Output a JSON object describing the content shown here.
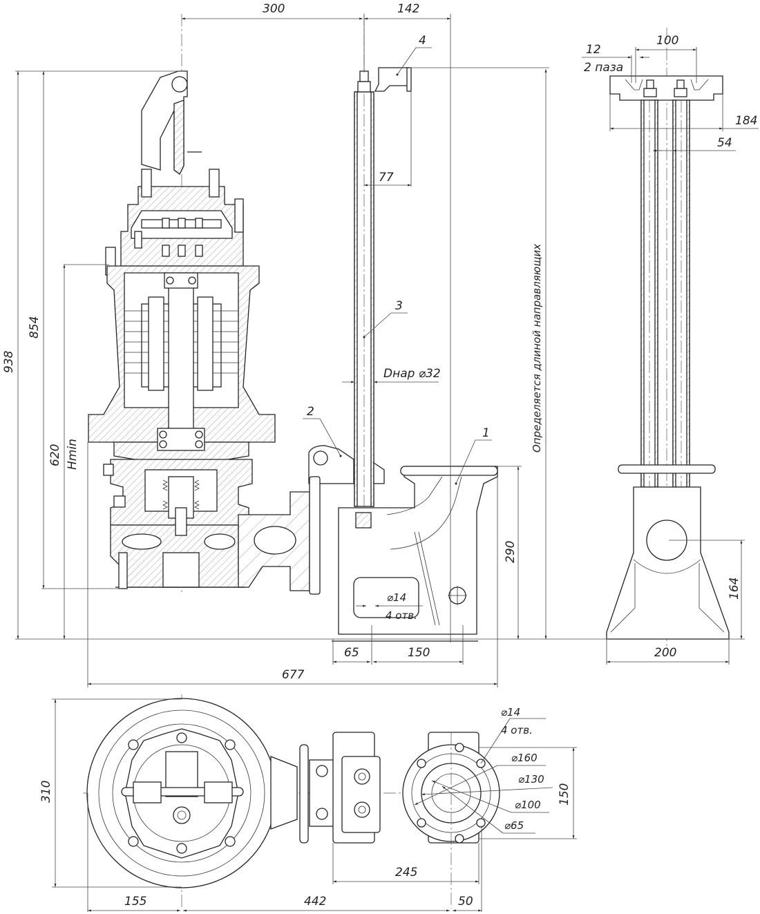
{
  "drawing": {
    "top_dims": {
      "d300": "300",
      "d142": "142"
    },
    "left_dims": {
      "d938": "938",
      "d854": "854",
      "d620": "620",
      "hmin": "Hmin"
    },
    "guide": {
      "d77": "77",
      "outer_diam": "Dнар ⌀32",
      "length_note": "Определяется длиной направляющих"
    },
    "callouts": {
      "c1": "1",
      "c2": "2",
      "c3": "3",
      "c4": "4"
    },
    "base_dims": {
      "d290": "290",
      "d65": "65",
      "d150": "150",
      "d677": "677",
      "hole_diam": "⌀14",
      "hole_count": "4 отв."
    },
    "side_view": {
      "d100": "100",
      "d12": "12",
      "slots": "2 паза",
      "d184": "184",
      "d54": "54",
      "d164": "164",
      "d200": "200"
    },
    "plan_view": {
      "d310": "310",
      "d155": "155",
      "d442": "442",
      "d50": "50",
      "d245": "245",
      "d150": "150",
      "hole_diam": "⌀14",
      "hole_count": "4 отв.",
      "flange_d160": "⌀160",
      "flange_d130": "⌀130",
      "flange_d100": "⌀100",
      "flange_d65": "⌀65"
    }
  }
}
